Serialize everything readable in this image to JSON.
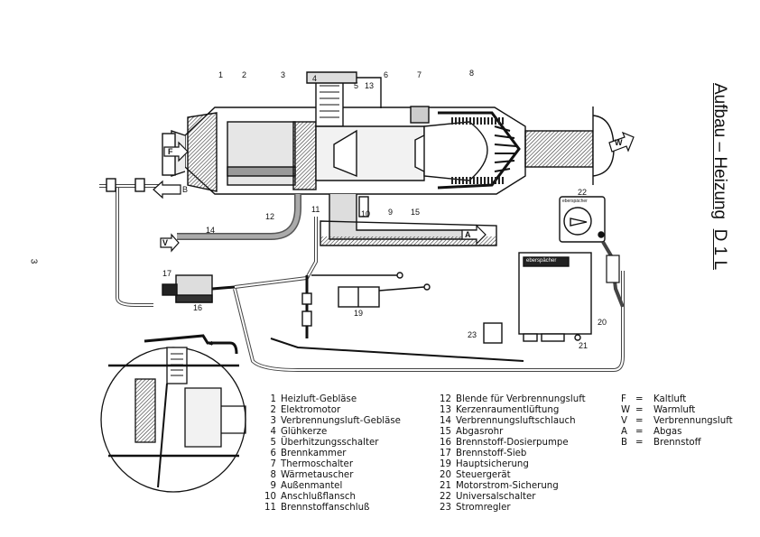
{
  "title": {
    "main": "Aufbau – Heizung",
    "model": "D 1 L"
  },
  "page_number": "3",
  "callouts": [
    "1",
    "2",
    "3",
    "4",
    "5",
    "13",
    "6",
    "7",
    "8",
    "F",
    "B",
    "12",
    "11",
    "10",
    "9",
    "15",
    "14",
    "V",
    "A",
    "W",
    "22",
    "17",
    "16",
    "19",
    "20",
    "21",
    "23",
    "4"
  ],
  "components": [
    {
      "num": "1",
      "label": "Heizluft-Gebläse"
    },
    {
      "num": "2",
      "label": "Elektromotor"
    },
    {
      "num": "3",
      "label": "Verbrennungsluft-Gebläse"
    },
    {
      "num": "4",
      "label": "Glühkerze"
    },
    {
      "num": "5",
      "label": "Überhitzungsschalter"
    },
    {
      "num": "6",
      "label": "Brennkammer"
    },
    {
      "num": "7",
      "label": "Thermoschalter"
    },
    {
      "num": "8",
      "label": "Wärmetauscher"
    },
    {
      "num": "9",
      "label": "Außenmantel"
    },
    {
      "num": "10",
      "label": "Anschlußflansch"
    },
    {
      "num": "11",
      "label": "Brennstoffanschluß"
    },
    {
      "num": "12",
      "label": "Blende für Verbrennungsluft"
    },
    {
      "num": "13",
      "label": "Kerzenraumentlüftung"
    },
    {
      "num": "14",
      "label": "Verbrennungsluftschlauch"
    },
    {
      "num": "15",
      "label": "Abgasrohr"
    },
    {
      "num": "16",
      "label": "Brennstoff-Dosierpumpe"
    },
    {
      "num": "17",
      "label": "Brennstoff-Sieb"
    },
    {
      "num": "19",
      "label": "Hauptsicherung"
    },
    {
      "num": "20",
      "label": "Steuergerät"
    },
    {
      "num": "21",
      "label": "Motorstrom-Sicherung"
    },
    {
      "num": "22",
      "label": "Universalschalter"
    },
    {
      "num": "23",
      "label": "Stromregler"
    }
  ],
  "abbreviations": [
    {
      "key": "F",
      "eq": "=",
      "label": "Kaltluft"
    },
    {
      "key": "W",
      "eq": "=",
      "label": "Warmluft"
    },
    {
      "key": "V",
      "eq": "=",
      "label": "Verbrennungsluft"
    },
    {
      "key": "A",
      "eq": "=",
      "label": "Abgas"
    },
    {
      "key": "B",
      "eq": "=",
      "label": "Brennstoff"
    }
  ],
  "brand_text": "eberspächer"
}
